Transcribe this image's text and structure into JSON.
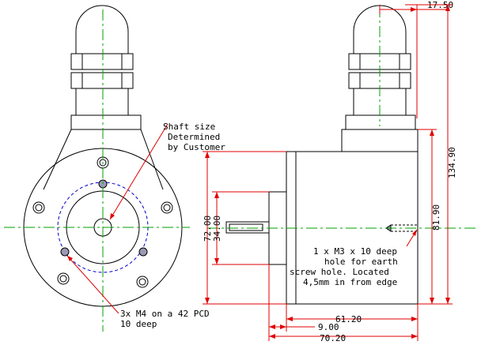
{
  "notes": {
    "shaft_line1": "Shaft size",
    "shaft_line2": "Determined",
    "shaft_line3": "by Customer",
    "holes_line1": "3x M4 on a 42 PCD",
    "holes_line2": "10 deep",
    "earth_line1": "1 x M3 x 10 deep",
    "earth_line2": "hole for earth",
    "earth_line3": "screw hole.  Located",
    "earth_line4": "4,5mm in from edge"
  },
  "dimensions": {
    "d_17_50": "17.50",
    "d_134_90": "134.90",
    "d_81_90": "81.90",
    "d_72_00": "72.00",
    "d_34_00": "34.00",
    "d_61_20": "61.20",
    "d_9_00": "9.00",
    "d_70_20": "70.20"
  },
  "colors": {
    "outline": "#000000",
    "centerline": "#00a000",
    "pcd_circle": "#0000c8",
    "dimension": "#e00000",
    "tapped_hole_fill": "#9a9ab4"
  }
}
